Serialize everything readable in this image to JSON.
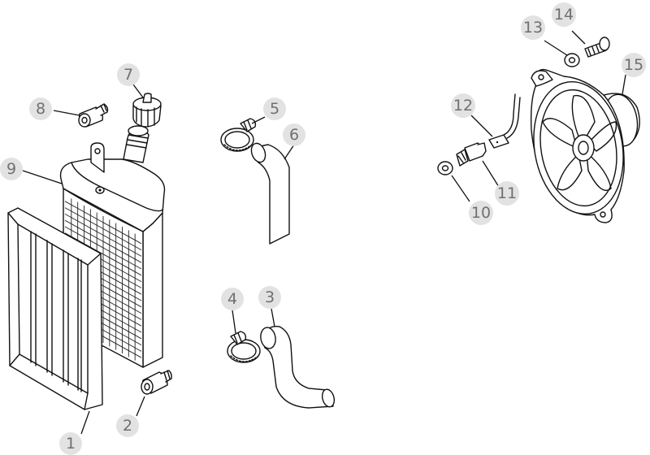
{
  "diagram": {
    "parts": [
      {
        "id": "1",
        "label": "1"
      },
      {
        "id": "2",
        "label": "2"
      },
      {
        "id": "3",
        "label": "3"
      },
      {
        "id": "4",
        "label": "4"
      },
      {
        "id": "5",
        "label": "5"
      },
      {
        "id": "6",
        "label": "6"
      },
      {
        "id": "7",
        "label": "7"
      },
      {
        "id": "8",
        "label": "8"
      },
      {
        "id": "9",
        "label": "9"
      },
      {
        "id": "10",
        "label": "10"
      },
      {
        "id": "11",
        "label": "11"
      },
      {
        "id": "12",
        "label": "12"
      },
      {
        "id": "13",
        "label": "13"
      },
      {
        "id": "14",
        "label": "14"
      },
      {
        "id": "15",
        "label": "15"
      }
    ],
    "colors": {
      "line": "#111111",
      "callout_bubble": "#e2e2e2",
      "callout_text": "#707070",
      "background": "#ffffff"
    }
  }
}
